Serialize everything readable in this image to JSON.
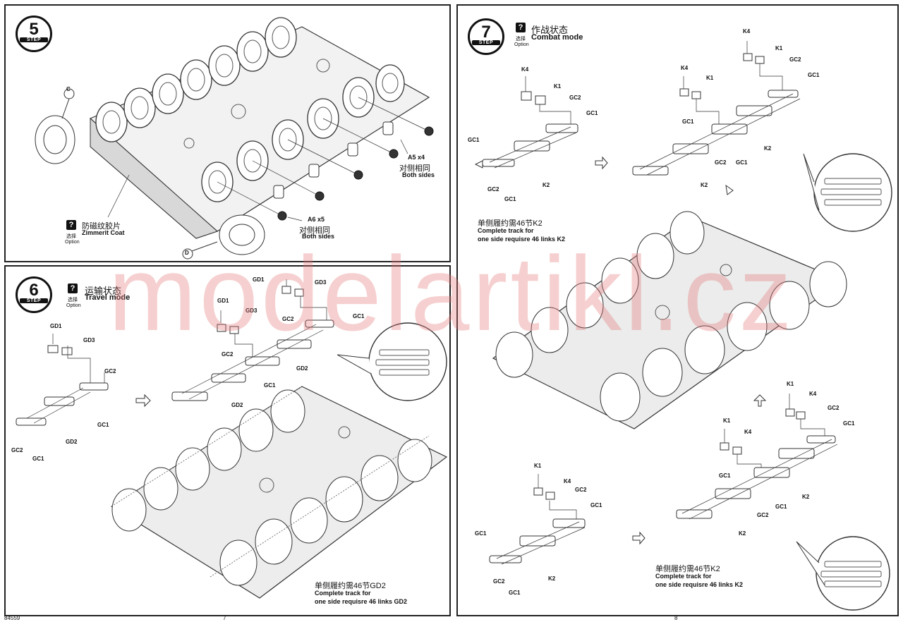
{
  "watermark": "modelartikl.cz",
  "step5": {
    "number": "5",
    "badge_label": "STEP",
    "callout_c": "C",
    "callout_d": "D",
    "part_a5_qty": "A5 x4",
    "part_a5_cn": "对侧相同",
    "part_a5_en": "Both sides",
    "part_a6_qty": "A6 x5",
    "part_a6_cn": "对侧相同",
    "part_a6_en": "Both sides",
    "zimmerit_cn": "防磁纹胶片",
    "zimmerit_en": "Zimmerit Coat",
    "option_cn": "选择",
    "option_en": "Option"
  },
  "step6": {
    "number": "6",
    "badge_label": "STEP",
    "title_cn": "运输状态",
    "title_en": "Travel mode",
    "option_cn": "选择",
    "option_en": "Option",
    "labels_left": [
      "GD1",
      "GD3",
      "GC2",
      "GC1",
      "GC2",
      "GC1",
      "GD2"
    ],
    "labels_mid": [
      "GD1",
      "GD3",
      "GD1",
      "GD3",
      "GC2",
      "GC1",
      "GC2",
      "GC1",
      "GD2",
      "GD2"
    ],
    "req_cn": "单侧履约需46节GD2",
    "req_en1": "Complete track for",
    "req_en2": "one side requisre 46 links GD2"
  },
  "step7": {
    "number": "7",
    "badge_label": "STEP",
    "title_cn": "作战状态",
    "title_en": "Combat mode",
    "option_cn": "选择",
    "option_en": "Option",
    "labels_top_left": [
      "K4",
      "K1",
      "GC2",
      "GC1",
      "GC1",
      "GC2",
      "GC1",
      "K2"
    ],
    "labels_top_right": [
      "K4",
      "K1",
      "K4",
      "K1",
      "GC2",
      "GC1",
      "GC1",
      "GC2",
      "GC1",
      "K2",
      "K2"
    ],
    "labels_bottom_left": [
      "K1",
      "K4",
      "GC2",
      "GC1",
      "GC1",
      "GC2",
      "GC1",
      "K2"
    ],
    "labels_bottom_right": [
      "K1",
      "K4",
      "K1",
      "K4",
      "GC2",
      "GC1",
      "GC1",
      "GC2",
      "GC1",
      "K2",
      "K2"
    ],
    "req_top_cn": "单侧履约需46节K2",
    "req_top_en1": "Complete track for",
    "req_top_en2": "one side requisre 46 links K2",
    "req_bot_cn": "单侧履约需46节K2",
    "req_bot_en1": "Complete track for",
    "req_bot_en2": "one side requisre 46 links K2"
  },
  "footer": {
    "left": "84559",
    "mid": "7",
    "right": "8"
  }
}
